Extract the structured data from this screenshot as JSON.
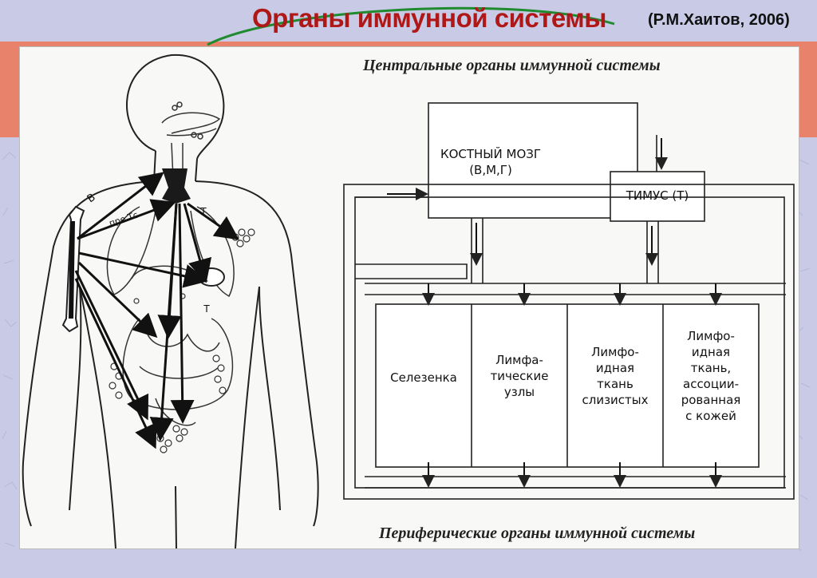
{
  "header": {
    "title": "Органы иммунной системы",
    "author": "(Р.М.Хаитов, 2006)"
  },
  "diagram": {
    "central_heading": "Центральные органы иммунной системы",
    "peripheral_heading": "Периферические органы иммунной системы",
    "bone_marrow": {
      "line1": "КОСТНЫЙ МОЗГ",
      "line2": "(В,М,Г)"
    },
    "thymus": "ТИМУС (Т)",
    "peripheral_organs": [
      {
        "lines": [
          "Селезенка"
        ]
      },
      {
        "lines": [
          "Лимфа-",
          "тические",
          "узлы"
        ]
      },
      {
        "lines": [
          "Лимфо-",
          "идная",
          "ткань",
          "слизистых"
        ]
      },
      {
        "lines": [
          "Лимфо-",
          "идная",
          "ткань,",
          "ассоции-",
          "рованная",
          "с кожей"
        ]
      }
    ],
    "body_labels": {
      "b": "В",
      "pre_tc": "пре Тс",
      "t_upper": "Т",
      "t_lower": "Т"
    }
  },
  "colors": {
    "title": "#b01818",
    "band": "#e8826a",
    "background": "#c9cbe6",
    "swoosh": "#1f8a2e"
  }
}
